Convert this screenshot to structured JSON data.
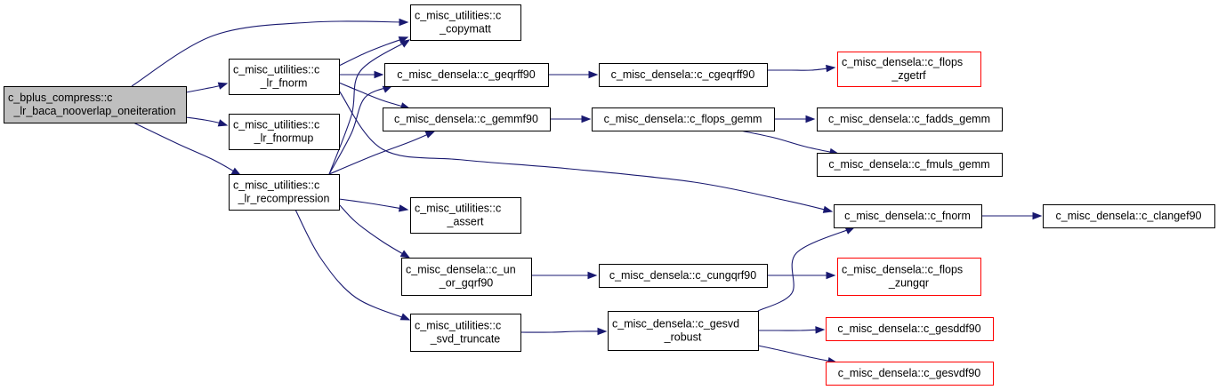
{
  "colors": {
    "edge": "#191970",
    "node_border": "#000000",
    "node_border_truncated": "#ff0000",
    "root_fill": "#bfbfbf",
    "node_fill": "#ffffff"
  },
  "nodes": [
    {
      "id": "root",
      "lines": [
        "c_bplus_compress::c",
        "_lr_baca_nooverlap_oneiteration"
      ],
      "root": true
    },
    {
      "id": "copymatt",
      "lines": [
        "c_misc_utilities::c",
        "_copymatt"
      ]
    },
    {
      "id": "lr_fnorm",
      "lines": [
        "c_misc_utilities::c",
        "_lr_fnorm"
      ]
    },
    {
      "id": "lr_fnormup",
      "lines": [
        "c_misc_utilities::c",
        "_lr_fnormup"
      ]
    },
    {
      "id": "lr_recompression",
      "lines": [
        "c_misc_utilities::c",
        "_lr_recompression"
      ]
    },
    {
      "id": "geqrff90",
      "lines": [
        "c_misc_densela::c_geqrff90"
      ]
    },
    {
      "id": "gemmf90",
      "lines": [
        "c_misc_densela::c_gemmf90"
      ]
    },
    {
      "id": "assert",
      "lines": [
        "c_misc_utilities::c",
        "_assert"
      ]
    },
    {
      "id": "un_or_gqrf90",
      "lines": [
        "c_misc_densela::c_un",
        "_or_gqrf90"
      ]
    },
    {
      "id": "svd_truncate",
      "lines": [
        "c_misc_utilities::c",
        "_svd_truncate"
      ]
    },
    {
      "id": "cgeqrff90",
      "lines": [
        "c_misc_densela::c_cgeqrff90"
      ]
    },
    {
      "id": "flops_gemm",
      "lines": [
        "c_misc_densela::c_flops_gemm"
      ]
    },
    {
      "id": "cungqrf90",
      "lines": [
        "c_misc_densela::c_cungqrf90"
      ]
    },
    {
      "id": "gesvd_robust",
      "lines": [
        "c_misc_densela::c_gesvd",
        "_robust"
      ]
    },
    {
      "id": "flops_zgetrf",
      "lines": [
        "c_misc_densela::c_flops",
        "_zgetrf"
      ],
      "truncated": true
    },
    {
      "id": "fadds_gemm",
      "lines": [
        "c_misc_densela::c_fadds_gemm"
      ]
    },
    {
      "id": "fmuls_gemm",
      "lines": [
        "c_misc_densela::c_fmuls_gemm"
      ]
    },
    {
      "id": "fnorm",
      "lines": [
        "c_misc_densela::c_fnorm"
      ]
    },
    {
      "id": "flops_zungqr",
      "lines": [
        "c_misc_densela::c_flops",
        "_zungqr"
      ],
      "truncated": true
    },
    {
      "id": "gesddf90",
      "lines": [
        "c_misc_densela::c_gesddf90"
      ],
      "truncated": true
    },
    {
      "id": "gesvdf90",
      "lines": [
        "c_misc_densela::c_gesvdf90"
      ],
      "truncated": true
    },
    {
      "id": "clangef90",
      "lines": [
        "c_misc_densela::c_clangef90"
      ]
    }
  ],
  "edges": [
    [
      "root",
      "copymatt"
    ],
    [
      "root",
      "lr_fnorm"
    ],
    [
      "root",
      "lr_fnormup"
    ],
    [
      "root",
      "lr_recompression"
    ],
    [
      "lr_fnorm",
      "copymatt"
    ],
    [
      "lr_fnorm",
      "geqrff90"
    ],
    [
      "lr_fnorm",
      "gemmf90"
    ],
    [
      "lr_fnorm",
      "fnorm"
    ],
    [
      "lr_recompression",
      "copymatt"
    ],
    [
      "lr_recompression",
      "geqrff90"
    ],
    [
      "lr_recompression",
      "gemmf90"
    ],
    [
      "lr_recompression",
      "assert"
    ],
    [
      "lr_recompression",
      "un_or_gqrf90"
    ],
    [
      "lr_recompression",
      "svd_truncate"
    ],
    [
      "geqrff90",
      "cgeqrff90"
    ],
    [
      "cgeqrff90",
      "flops_zgetrf"
    ],
    [
      "gemmf90",
      "flops_gemm"
    ],
    [
      "flops_gemm",
      "fadds_gemm"
    ],
    [
      "flops_gemm",
      "fmuls_gemm"
    ],
    [
      "un_or_gqrf90",
      "cungqrf90"
    ],
    [
      "cungqrf90",
      "flops_zungqr"
    ],
    [
      "svd_truncate",
      "gesvd_robust"
    ],
    [
      "gesvd_robust",
      "gesddf90"
    ],
    [
      "gesvd_robust",
      "gesvdf90"
    ],
    [
      "gesvd_robust",
      "fnorm"
    ],
    [
      "fnorm",
      "clangef90"
    ]
  ]
}
